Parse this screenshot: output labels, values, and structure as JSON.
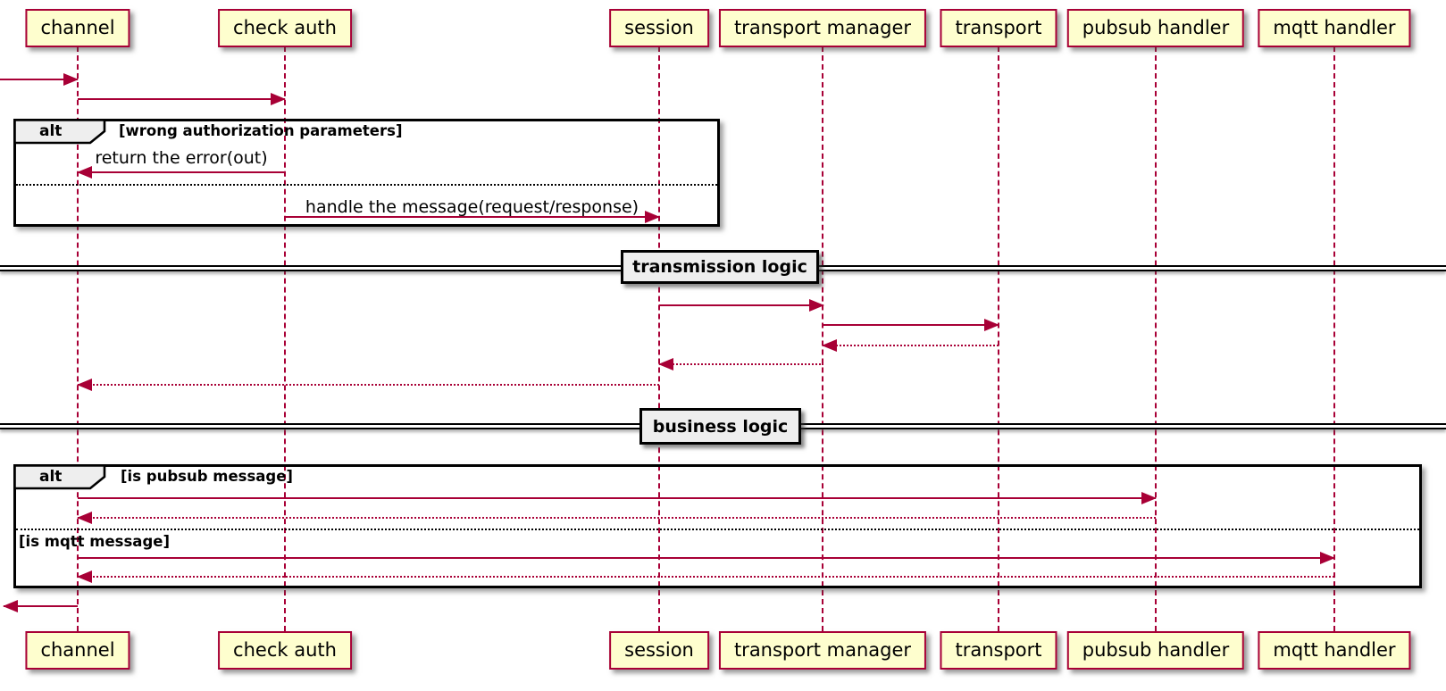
{
  "participants": [
    {
      "name": "channel"
    },
    {
      "name": "check auth"
    },
    {
      "name": "session"
    },
    {
      "name": "transport manager"
    },
    {
      "name": "transport"
    },
    {
      "name": "pubsub handler"
    },
    {
      "name": "mqtt handler"
    }
  ],
  "fragments": {
    "auth_alt": {
      "operator": "alt",
      "guard": "[wrong authorization parameters]",
      "messages": {
        "return_error": "return the error(out)",
        "handle_message": "handle the message(request/response)"
      }
    },
    "dispatch_alt": {
      "operator": "alt",
      "guard_pubsub": "[is pubsub message]",
      "guard_mqtt": "[is mqtt message]"
    }
  },
  "dividers": {
    "transmission": "transmission logic",
    "business": "business logic"
  },
  "colors": {
    "accent": "#A80036",
    "participant_fill": "#FEFECE",
    "header_fill": "#EEEEEE",
    "frame_border": "#000000"
  }
}
